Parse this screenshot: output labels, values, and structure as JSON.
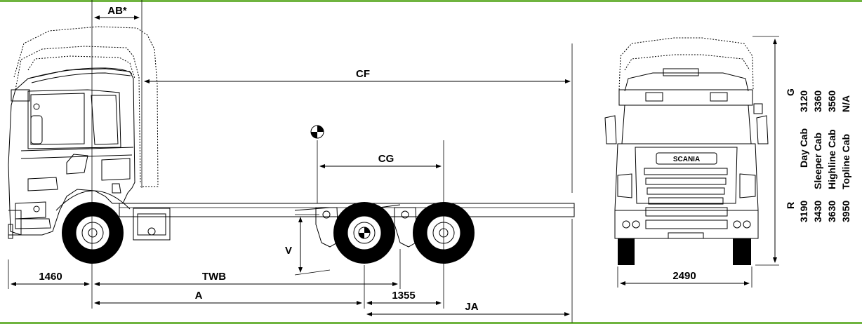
{
  "dimensions": {
    "ab": "AB*",
    "cf": "CF",
    "cg": "CG",
    "v": "V",
    "twb": "TWB",
    "a": "A",
    "ja": "JA",
    "front_overhang": "1460",
    "bogie_spacing": "1355",
    "track_width": "2490"
  },
  "badge": {
    "brand": "SCANIA"
  },
  "height_table": {
    "header_r": "R",
    "header_g": "G",
    "rows": [
      {
        "r": "3190",
        "cab": "Day Cab",
        "g": "3120"
      },
      {
        "r": "3430",
        "cab": "Sleeper Cab",
        "g": "3360"
      },
      {
        "r": "3630",
        "cab": "Highline Cab",
        "g": "3560"
      },
      {
        "r": "3950",
        "cab": "Topline Cab",
        "g": "N/A"
      }
    ]
  },
  "colors": {
    "accent": "#6fb43f",
    "line": "#000000"
  }
}
